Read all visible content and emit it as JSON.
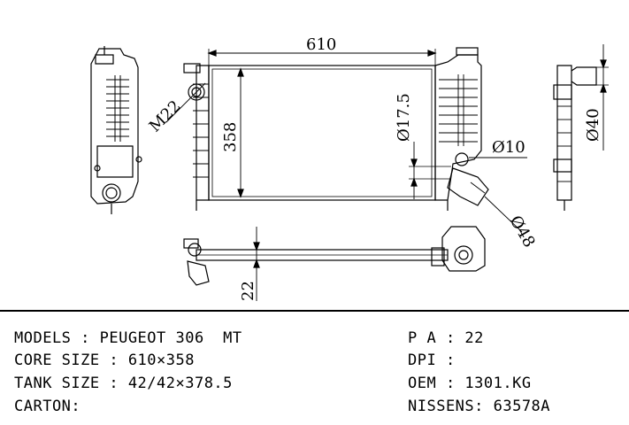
{
  "dimensions": {
    "width": "610",
    "height": "358",
    "thread": "M22",
    "pipe_offset": "Ø17.5",
    "small_pipe": "Ø10",
    "filler_pipe": "Ø40",
    "outlet_pipe": "Ø48",
    "core_thickness": "22"
  },
  "specs": {
    "left": [
      "MODELS : PEUGEOT 306  MT",
      "CORE SIZE : 610×358",
      "TANK SIZE : 42/42×378.5",
      "CARTON:"
    ],
    "right": [
      "P A : 22",
      "DPI :",
      "OEM : 1301.KG",
      "NISSENS: 63578A"
    ]
  }
}
